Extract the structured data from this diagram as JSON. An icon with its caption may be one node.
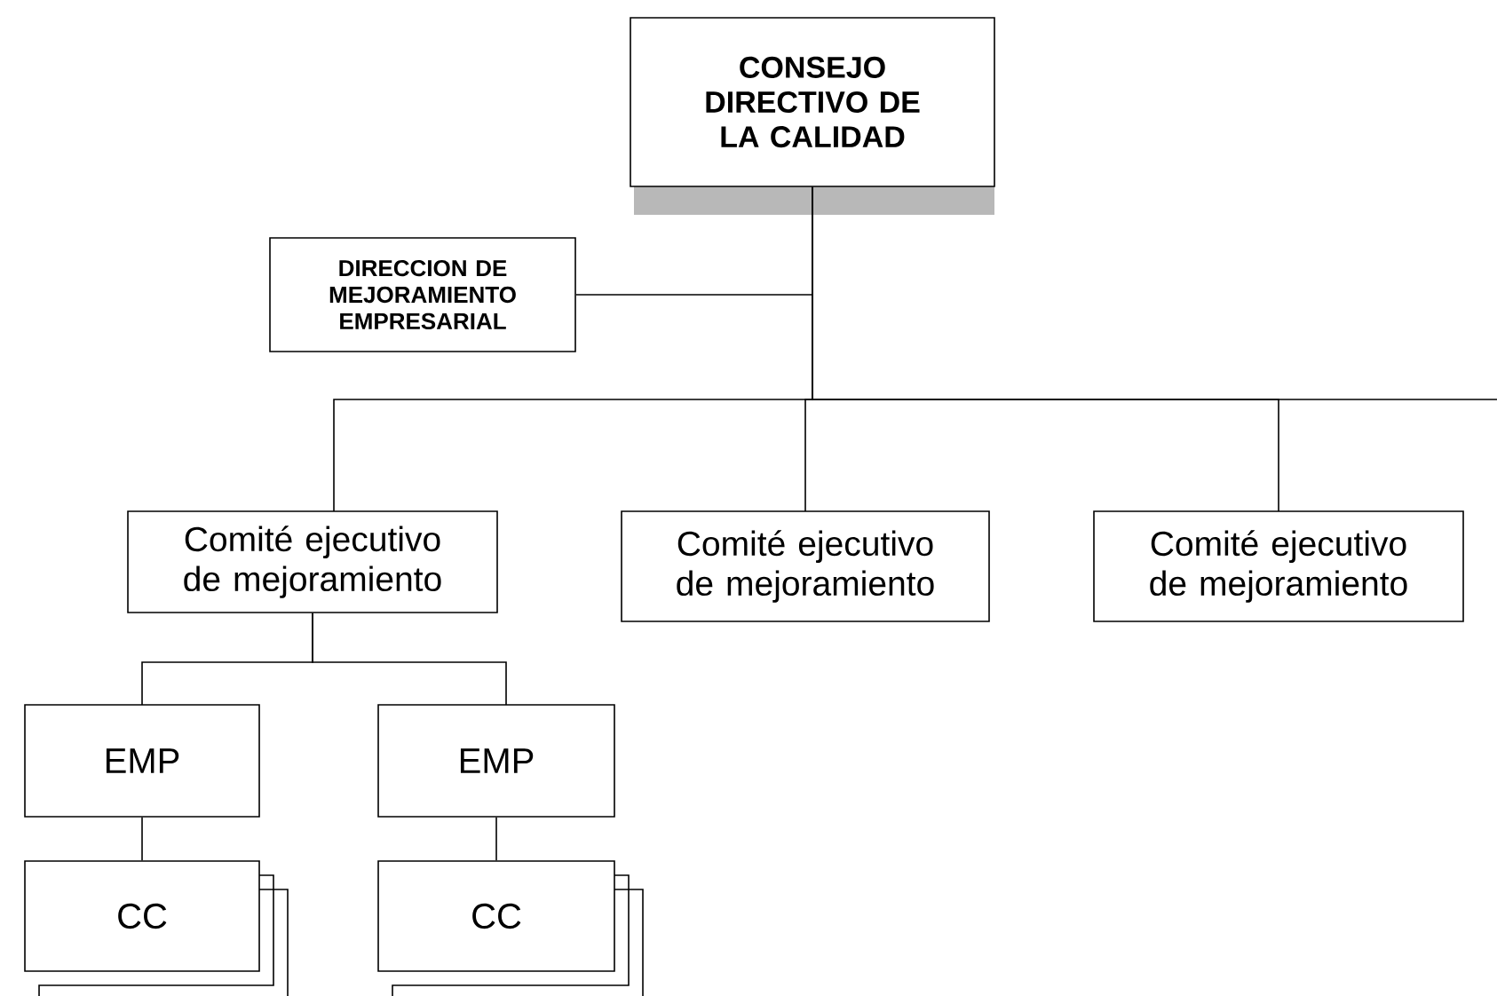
{
  "diagram": {
    "nodes": [
      {
        "text": [
          "CONSEJO DIRECTIVO DE LA CALIDAD"
        ]
      },
      {
        "text": [
          "DIRECCION DE MEJORAMIENTO EMPRESARIAL"
        ]
      },
      {
        "text": [
          "Comité ejecutivo de mejoramiento"
        ]
      },
      {
        "text": [
          "Comité ejecutivo de mejoramiento"
        ]
      },
      {
        "text": [
          "Comité ejecutivo de mejoramiento"
        ]
      },
      {
        "text": [
          "EMP"
        ]
      },
      {
        "text": [
          "EMP"
        ]
      },
      {
        "text": [
          "CC"
        ]
      },
      {
        "text": [
          "CC"
        ]
      }
    ],
    "edges": [
      {
        "from": 0,
        "to": 1,
        "arrow": "none"
      },
      {
        "from": 0,
        "to": 2,
        "arrow": "none"
      },
      {
        "from": 0,
        "to": 3,
        "arrow": "none"
      },
      {
        "from": 0,
        "to": 4,
        "arrow": "none"
      },
      {
        "from": 0,
        "to": null,
        "arrow": "none"
      },
      {
        "from": 2,
        "to": 5,
        "arrow": "none"
      },
      {
        "from": 2,
        "to": 6,
        "arrow": "none"
      },
      {
        "from": 5,
        "to": 7,
        "arrow": "none"
      },
      {
        "from": 6,
        "to": 8,
        "arrow": "none"
      }
    ]
  }
}
